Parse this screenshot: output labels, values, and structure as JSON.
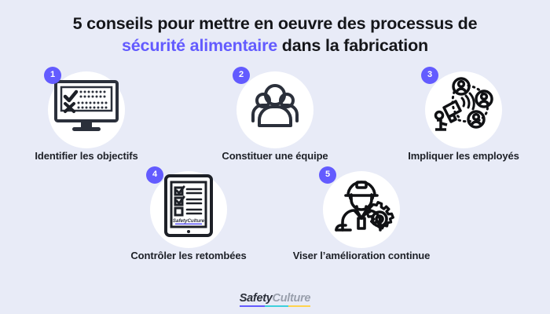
{
  "title": {
    "line1": "5 conseils pour mettre en oeuvre des processus de",
    "line2_accent": "sécurité alimentaire",
    "line2_rest": " dans la fabrication"
  },
  "colors": {
    "background": "#e8ebf7",
    "accent": "#635bff",
    "text": "#15161a",
    "icon_stroke": "#2b303b",
    "circle": "#ffffff"
  },
  "steps": [
    {
      "number": "1",
      "label": "Identifier les objectifs",
      "icon": "monitor-checklist-icon"
    },
    {
      "number": "2",
      "label": "Constituer une équipe",
      "icon": "people-group-icon"
    },
    {
      "number": "3",
      "label": "Impliquer les employés",
      "icon": "megaphone-network-icon"
    },
    {
      "number": "4",
      "label": "Contrôler les retombées",
      "icon": "tablet-checklist-icon",
      "icon_text": "SafetyCulture"
    },
    {
      "number": "5",
      "label": "Viser l’amélioration continue",
      "icon": "worker-gear-icon"
    }
  ],
  "footer": {
    "logo_part1": "Safety",
    "logo_part2": "Culture"
  }
}
